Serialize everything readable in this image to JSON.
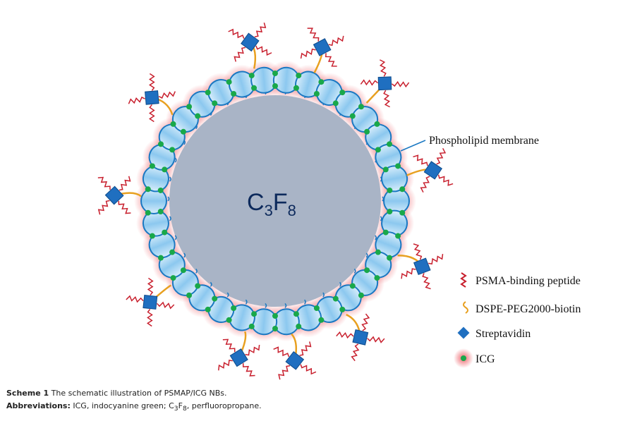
{
  "diagram": {
    "core_label": "C",
    "core_sub1": "3",
    "core_label2": "F",
    "core_sub2": "8",
    "membrane_label": "Phospholipid membrane",
    "legend": [
      {
        "icon": "peptide-icon",
        "label": "PSMA-binding peptide"
      },
      {
        "icon": "linker-icon",
        "label": "DSPE-PEG2000-biotin"
      },
      {
        "icon": "streptavidin-icon",
        "label": "Streptavidin"
      },
      {
        "icon": "icg-icon",
        "label": "ICG"
      }
    ],
    "colors": {
      "core": "#a9b4c6",
      "lipid": "#1a78c2",
      "icg_glow": "#e8303a",
      "icg_dot": "#19a84a",
      "peptide": "#c8202e",
      "linker": "#e8a020",
      "streptavidin": "#1f6fc0",
      "label": "#0d2a5c"
    }
  },
  "caption": {
    "scheme_label": "Scheme 1",
    "scheme_text": "The schematic illustration of PSMAP/ICG NBs.",
    "abbr_label": "Abbreviations:",
    "abbr_text1": "ICG, indocyanine green; C",
    "abbr_sub1": "3",
    "abbr_mid": "F",
    "abbr_sub2": "8",
    "abbr_text2": ", perfluoropropane."
  }
}
